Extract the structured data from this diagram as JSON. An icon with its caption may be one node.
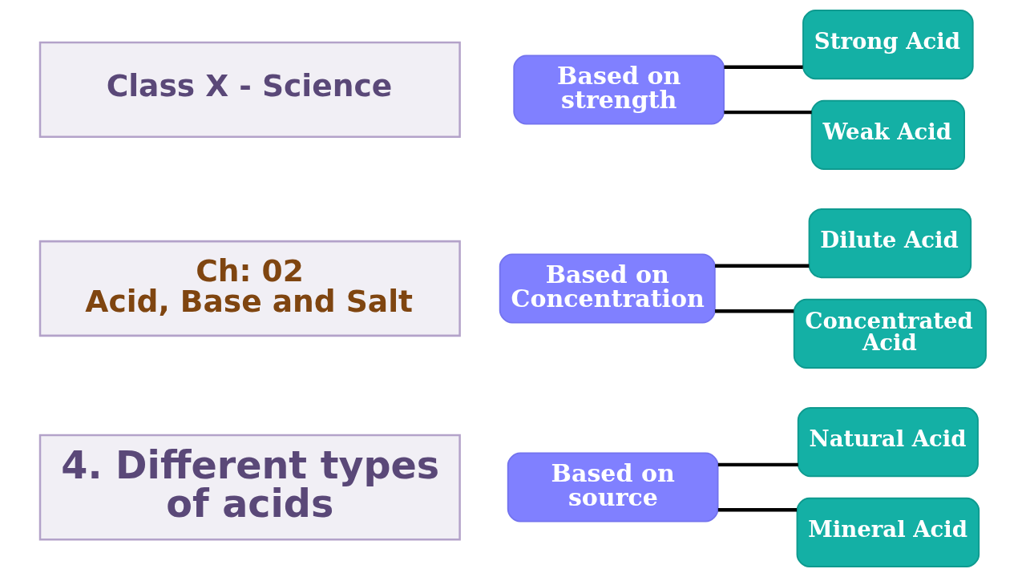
{
  "diagram": {
    "nodes": [
      {
        "text": [
          "Class X - Science"
        ]
      },
      {
        "text": [
          "Ch: 02",
          "Acid, Base and Salt"
        ]
      },
      {
        "text": [
          "4. Different types of acids"
        ]
      },
      {
        "text": [
          "Based on strength"
        ]
      },
      {
        "text": [
          "Strong Acid"
        ]
      },
      {
        "text": [
          "Weak Acid"
        ]
      },
      {
        "text": [
          "Based on Concentration"
        ]
      },
      {
        "text": [
          "Dilute Acid"
        ]
      },
      {
        "text": [
          "Concentrated Acid"
        ]
      },
      {
        "text": [
          "Based on source"
        ]
      },
      {
        "text": [
          "Natural Acid"
        ]
      },
      {
        "text": [
          "Mineral Acid"
        ]
      }
    ],
    "edges": [
      {
        "from": 3,
        "to": 4,
        "arrow": "none"
      },
      {
        "from": 3,
        "to": 5,
        "arrow": "none"
      },
      {
        "from": 6,
        "to": 7,
        "arrow": "none"
      },
      {
        "from": 6,
        "to": 8,
        "arrow": "none"
      },
      {
        "from": 9,
        "to": 10,
        "arrow": "none"
      },
      {
        "from": 9,
        "to": 11,
        "arrow": "none"
      }
    ]
  }
}
